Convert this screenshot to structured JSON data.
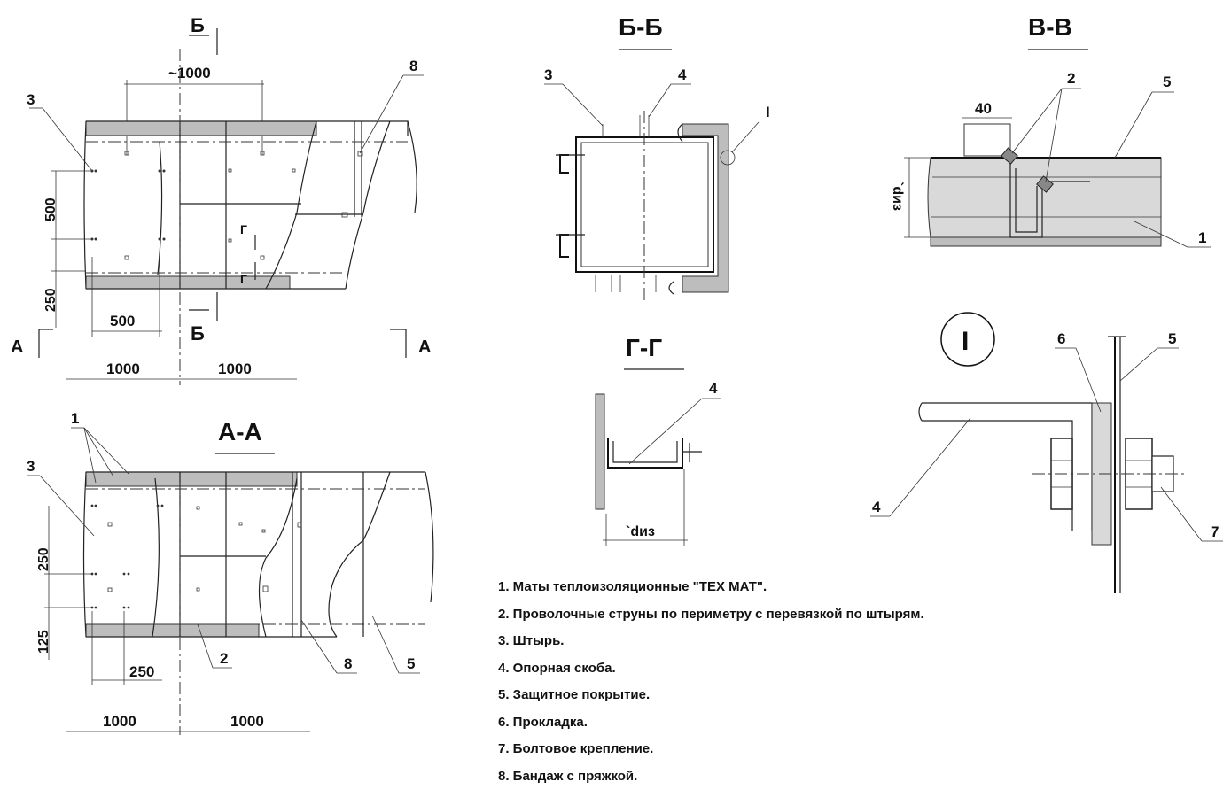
{
  "views": {
    "plan": {
      "section_mark": "Б",
      "section_mark_bottom": "Б",
      "dim_top": "~1000",
      "dim_500_v": "500",
      "dim_250_v": "250",
      "dim_500_h": "500",
      "dim_1000_l": "1000",
      "dim_1000_r": "1000",
      "label_3": "3",
      "label_8": "8",
      "a_left": "А",
      "a_right": "А"
    },
    "section_aa": {
      "title": "А-А",
      "label_1": "1",
      "label_3": "3",
      "label_2": "2",
      "label_8": "8",
      "label_5": "5",
      "dim_250_v": "250",
      "dim_125_v": "125",
      "dim_250_h": "250",
      "dim_1000_l": "1000",
      "dim_1000_r": "1000"
    },
    "section_bb": {
      "title": "Б-Б",
      "label_3": "3",
      "label_4": "4",
      "label_I": "I"
    },
    "section_vv": {
      "title": "В-В",
      "dim_40": "40",
      "label_2": "2",
      "label_5": "5",
      "label_1": "1",
      "dim_d": "`dиз"
    },
    "section_gg": {
      "title": "Г-Г",
      "label_4": "4",
      "dim_d": "`dиз"
    },
    "detail_i": {
      "title": "I",
      "label_6": "6",
      "label_5": "5",
      "label_4": "4",
      "label_7": "7"
    }
  },
  "legend": [
    "1. Маты теплоизоляционные \"ТЕХ МАТ\".",
    "2. Проволочные струны по периметру с перевязкой по штырям.",
    "3. Штырь.",
    "4. Опорная скоба.",
    "5. Защитное покрытие.",
    "6. Прокладка.",
    "7. Болтовое крепление.",
    "8. Бандаж с пряжкой."
  ]
}
